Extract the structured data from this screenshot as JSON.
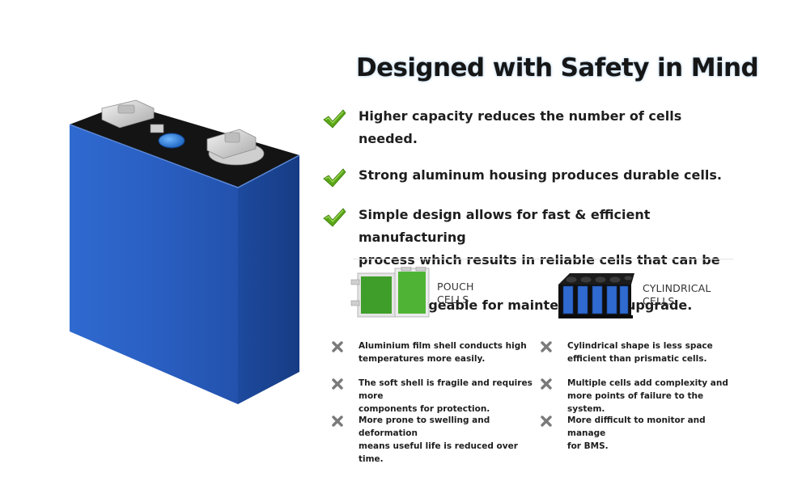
{
  "headline": "Designed with Safety in Mind",
  "features": [
    {
      "line1": "Higher capacity reduces the number of cells needed."
    },
    {
      "line1": "Strong aluminum housing produces durable cells."
    },
    {
      "line1": "Simple design allows for fast & efficient manufacturing",
      "line2": "process which results in reliable cells that can be easily",
      "line3": "interchangeable for maintenance or upgrade."
    }
  ],
  "pouch": {
    "label_line1": "POUCH",
    "label_line2": "CELLS",
    "cons": [
      {
        "line1": "Aluminium film shell conducts high",
        "line2": "temperatures more easily."
      },
      {
        "line1": "The soft shell is fragile and requires more",
        "line2": "components for protection."
      },
      {
        "line1": "More prone to swelling and deformation",
        "line2": "means useful life is reduced over time."
      }
    ]
  },
  "cylindrical": {
    "label_line1": "CYLINDRICAL",
    "label_line2": "CELLS",
    "cons": [
      {
        "line1": "Cylindrical shape is less space",
        "line2": "efficient than prismatic cells."
      },
      {
        "line1": "Multiple cells add complexity and",
        "line2": "more points of failure to the system."
      },
      {
        "line1": "More difficult to monitor and manage",
        "line2": "for BMS."
      }
    ]
  },
  "colors": {
    "check": "#5aa618",
    "cross": "#7a7a7a",
    "battery_blue": "#2a5fc2",
    "pouch_green": "#3f9e2a"
  },
  "icons": {
    "feature_marker": "check-icon",
    "con_marker": "cross-icon"
  }
}
